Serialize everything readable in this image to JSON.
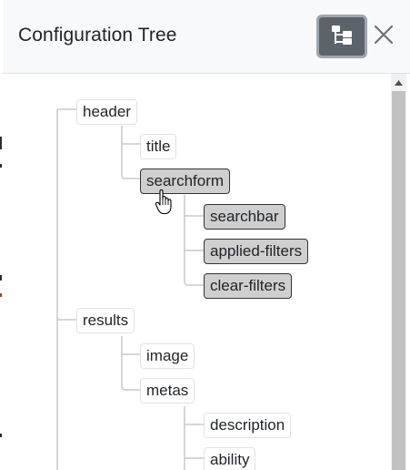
{
  "header": {
    "title": "Configuration Tree"
  },
  "tree": {
    "nodes": [
      {
        "id": "header",
        "label": "header",
        "selected": false
      },
      {
        "id": "title",
        "label": "title",
        "selected": false
      },
      {
        "id": "searchform",
        "label": "searchform",
        "selected": true
      },
      {
        "id": "searchbar",
        "label": "searchbar",
        "selected": true
      },
      {
        "id": "applied-filters",
        "label": "applied-filters",
        "selected": true
      },
      {
        "id": "clear-filters",
        "label": "clear-filters",
        "selected": true
      },
      {
        "id": "results",
        "label": "results",
        "selected": false
      },
      {
        "id": "image",
        "label": "image",
        "selected": false
      },
      {
        "id": "metas",
        "label": "metas",
        "selected": false
      },
      {
        "id": "description",
        "label": "description",
        "selected": false
      },
      {
        "id": "ability",
        "label": "ability",
        "selected": false
      }
    ]
  },
  "icons": {
    "tree_toggle": "tree-view-icon",
    "close": "close-icon",
    "scroll_up": "chevron-up-icon",
    "cursor": "hand-pointer-icon"
  },
  "colors": {
    "toggle_bg": "#5c636a",
    "toggle_ring": "#9fa6ad",
    "selected_node_bg": "#cfcfcf",
    "connector": "#c8c8c8"
  }
}
